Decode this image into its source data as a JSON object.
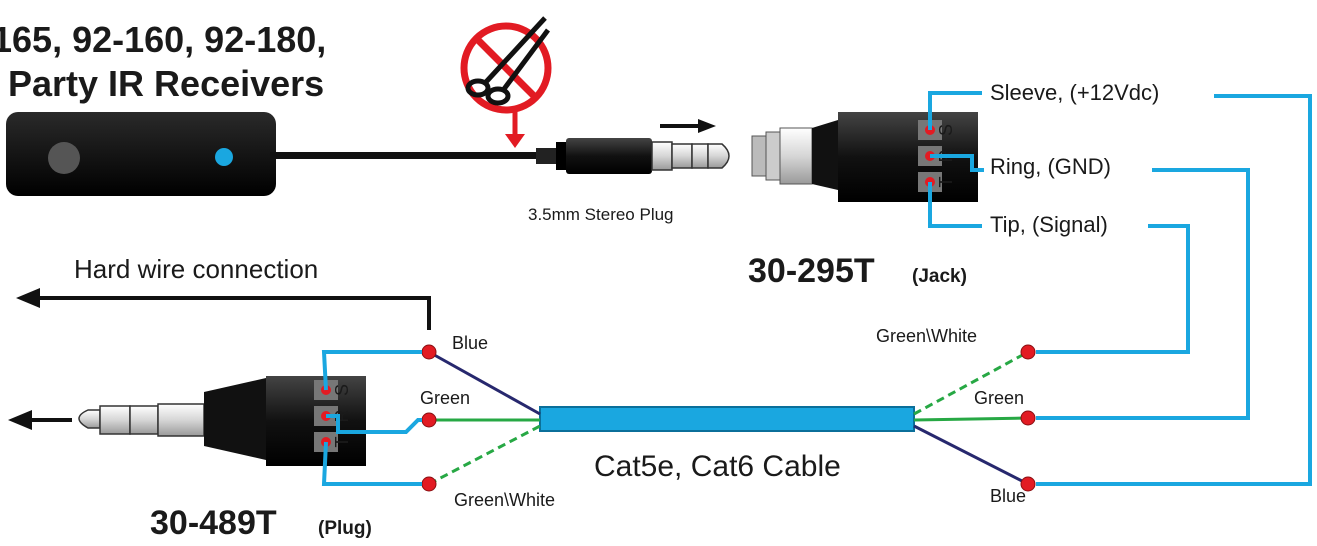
{
  "title": {
    "line1": "165, 92-160, 92-180,",
    "line2": "Party IR Receivers"
  },
  "plug_label": "3.5mm Stereo Plug",
  "jack": {
    "part": "30-295T",
    "part_suffix": "(Jack)",
    "terminals": [
      "S",
      "R",
      "T"
    ],
    "pins": [
      {
        "label": "Sleeve, (+12Vdc)"
      },
      {
        "label": "Ring, (GND)"
      },
      {
        "label": "Tip, (Signal)"
      }
    ]
  },
  "plug": {
    "part": "30-489T",
    "part_suffix": "(Plug)",
    "terminals": [
      "S",
      "R",
      "T"
    ]
  },
  "hardwire_label": "Hard wire connection",
  "cable_label": "Cat5e, Cat6 Cable",
  "left_wires": [
    "Blue",
    "Green",
    "Green\\White"
  ],
  "right_wires": [
    "Green\\White",
    "Green",
    "Blue"
  ],
  "colors": {
    "wire_blue": "#1aa7e0",
    "dark_blue": "#27286e",
    "green": "#27a844",
    "red_dot": "#e21b23",
    "cable": "#1aa7e0"
  }
}
